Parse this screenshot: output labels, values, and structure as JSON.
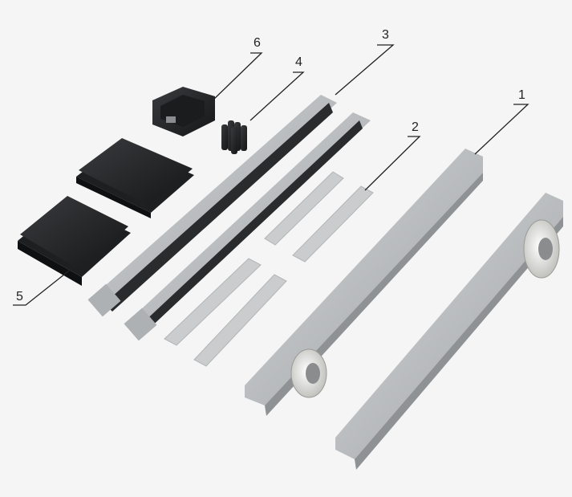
{
  "callouts": [
    {
      "id": "1",
      "label": "1",
      "part": "main-rail-with-roller-front"
    },
    {
      "id": "2",
      "label": "2",
      "part": "grey-spacer-strip"
    },
    {
      "id": "3",
      "label": "3",
      "part": "soft-close-damper-rail"
    },
    {
      "id": "4",
      "label": "4",
      "part": "black-connector-block"
    },
    {
      "id": "5",
      "label": "5",
      "part": "black-mounting-plate"
    },
    {
      "id": "6",
      "label": "6",
      "part": "black-end-stop-clip"
    }
  ],
  "colors": {
    "background": "#f5f5f5",
    "aluminium": "#bfc2c4",
    "aluminium_dark": "#8e9295",
    "plastic_black": "#2a2b2d",
    "spacer_grey": "#c9cbcc",
    "roller_white": "#e8e8e6"
  }
}
